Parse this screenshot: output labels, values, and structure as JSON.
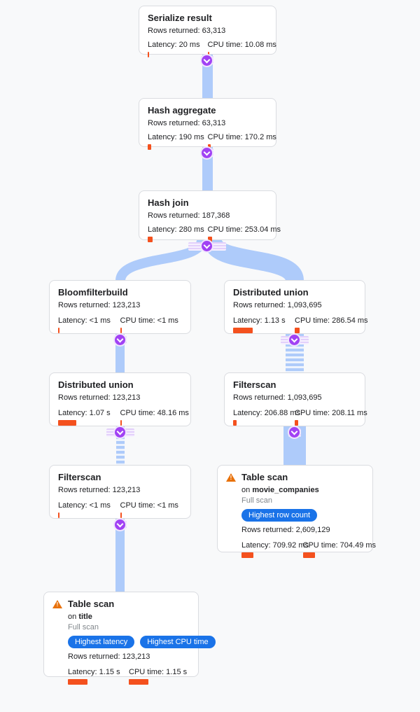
{
  "graph": {
    "colors": {
      "background": "#f8f9fa",
      "edge_blue": "#aecbfa",
      "metric_bar_orange": "#f4511e",
      "connector_purple": "#a142f4",
      "badge_blue": "#1a73e8",
      "warning_orange": "#e8710a"
    },
    "nodes": [
      {
        "title": "Serialize result",
        "rows": "Rows returned: 63,313",
        "latency": "Latency: 20 ms",
        "cpu": "CPU time: 10.08 ms",
        "latency_ms": 20,
        "cpu_ms": 10.08
      },
      {
        "title": "Hash aggregate",
        "rows": "Rows returned: 63,313",
        "latency": "Latency: 190 ms",
        "cpu": "CPU time: 170.2 ms",
        "latency_ms": 190,
        "cpu_ms": 170.2
      },
      {
        "title": "Hash join",
        "rows": "Rows returned: 187,368",
        "latency": "Latency: 280 ms",
        "cpu": "CPU time: 253.04 ms",
        "latency_ms": 280,
        "cpu_ms": 253.04
      },
      {
        "title": "Bloomfilterbuild",
        "rows": "Rows returned: 123,213",
        "latency": "Latency: <1 ms",
        "cpu": "CPU time: <1 ms",
        "latency_ms": 1,
        "cpu_ms": 1
      },
      {
        "title": "Distributed union",
        "rows": "Rows returned: 1,093,695",
        "latency": "Latency: 1.13 s",
        "cpu": "CPU time: 286.54 ms",
        "latency_ms": 1130,
        "cpu_ms": 286.54
      },
      {
        "title": "Distributed union",
        "rows": "Rows returned: 123,213",
        "latency": "Latency: 1.07 s",
        "cpu": "CPU time: 48.16 ms",
        "latency_ms": 1070,
        "cpu_ms": 48.16
      },
      {
        "title": "Filterscan",
        "rows": "Rows returned: 1,093,695",
        "latency": "Latency: 206.88 ms",
        "cpu": "CPU time: 208.11 ms",
        "latency_ms": 206.88,
        "cpu_ms": 208.11
      },
      {
        "title": "Filterscan",
        "rows": "Rows returned: 123,213",
        "latency": "Latency: <1 ms",
        "cpu": "CPU time: <1 ms",
        "latency_ms": 1,
        "cpu_ms": 1
      },
      {
        "title": "Table scan",
        "on_prefix": "on",
        "table": "movie_companies",
        "scan_note": "Full scan",
        "badges": [
          "Highest row count"
        ],
        "rows": "Rows returned: 2,609,129",
        "latency": "Latency: 709.92 ms",
        "cpu": "CPU time: 704.49 ms",
        "latency_ms": 709.92,
        "cpu_ms": 704.49
      },
      {
        "title": "Table scan",
        "on_prefix": "on",
        "table": "title",
        "scan_note": "Full scan",
        "badges": [
          "Highest latency",
          "Highest CPU time"
        ],
        "rows": "Rows returned: 123,213",
        "latency": "Latency: 1.15 s",
        "cpu": "CPU time: 1.15 s",
        "latency_ms": 1150,
        "cpu_ms": 1150
      }
    ]
  }
}
